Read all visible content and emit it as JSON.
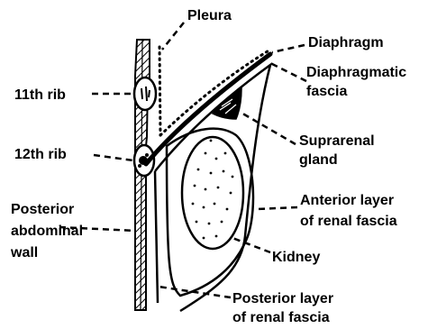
{
  "figure": {
    "labels": {
      "pleura": "Pleura",
      "diaphragm": "Diaphragm",
      "diaphragmatic_fascia_line1": "Diaphragmatic",
      "diaphragmatic_fascia_line2": "fascia",
      "rib_11": "11th rib",
      "rib_12": "12th rib",
      "suprarenal_line1": "Suprarenal",
      "suprarenal_line2": "gland",
      "posterior_wall_line1": "Posterior",
      "posterior_wall_line2": "abdominal",
      "posterior_wall_line3": "wall",
      "anterior_layer_line1": "Anterior layer",
      "anterior_layer_line2": "of renal fascia",
      "kidney": "Kidney",
      "posterior_layer_line1": "Posterior layer",
      "posterior_layer_line2": "of renal fascia"
    }
  }
}
